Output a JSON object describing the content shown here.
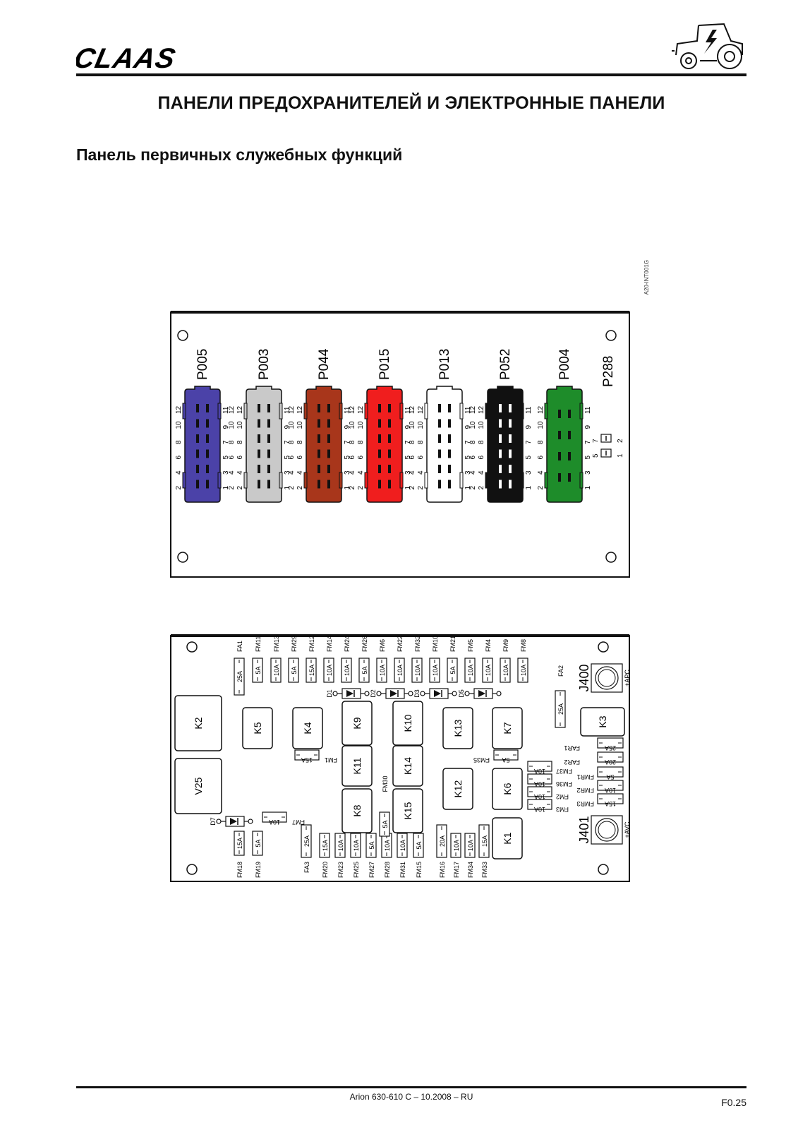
{
  "brand": "CLAAS",
  "title": "ПАНЕЛИ ПРЕДОХРАНИТЕЛЕЙ И ЭЛЕКТРОННЫЕ ПАНЕЛИ",
  "section_title": "Панель первичных служебных функций",
  "doc_code": "A20-INT001G",
  "connectors": [
    {
      "label": "P005",
      "color": "#4b42a8"
    },
    {
      "label": "P003",
      "color": "#c9c9c9"
    },
    {
      "label": "P044",
      "color": "#a8361b"
    },
    {
      "label": "P015",
      "color": "#f01e1e"
    },
    {
      "label": "P013",
      "color": "#ffffff"
    },
    {
      "label": "P052",
      "color": "#111111"
    },
    {
      "label": "P004",
      "color": "#1e8c2a"
    }
  ],
  "connector_extra": {
    "label": "P288",
    "pins": [
      "7",
      "5",
      "2",
      "1"
    ]
  },
  "pin_numbers": {
    "even": [
      "12",
      "10",
      "8",
      "6",
      "4",
      "2"
    ],
    "odd": [
      "11",
      "9",
      "7",
      "5",
      "3",
      "1"
    ],
    "even_pair": [
      "12",
      "10",
      "8",
      "6",
      "4",
      "2"
    ],
    "odd_pair": [
      "11",
      "9",
      "7",
      "5",
      "3",
      "1"
    ],
    "p004_odd": [
      "11",
      "9",
      "7",
      "5",
      "3",
      "1"
    ]
  },
  "relays": [
    {
      "label": "K2"
    },
    {
      "label": "V25"
    },
    {
      "label": "K5"
    },
    {
      "label": "K4"
    },
    {
      "label": "K9"
    },
    {
      "label": "K11"
    },
    {
      "label": "K8"
    },
    {
      "label": "K10"
    },
    {
      "label": "K14"
    },
    {
      "label": "K15"
    },
    {
      "label": "K13"
    },
    {
      "label": "K12"
    },
    {
      "label": "K7"
    },
    {
      "label": "K6"
    },
    {
      "label": "K1"
    },
    {
      "label": "K3"
    }
  ],
  "fuses_top": [
    {
      "name": "FA1",
      "rating": "25A"
    },
    {
      "name": "FM11",
      "rating": "5A"
    },
    {
      "name": "FM13",
      "rating": "10A"
    },
    {
      "name": "FM29",
      "rating": "5A"
    },
    {
      "name": "FM12",
      "rating": "15A"
    },
    {
      "name": "FM14",
      "rating": "10A"
    },
    {
      "name": "FM24",
      "rating": "10A"
    },
    {
      "name": "FM26",
      "rating": "5A"
    },
    {
      "name": "FM6",
      "rating": "10A"
    },
    {
      "name": "FM22",
      "rating": "10A"
    },
    {
      "name": "FM32",
      "rating": "10A"
    },
    {
      "name": "FM10",
      "rating": "10A"
    },
    {
      "name": "FM21",
      "rating": "5A"
    },
    {
      "name": "FM5",
      "rating": "10A"
    },
    {
      "name": "FM4",
      "rating": "10A"
    },
    {
      "name": "FM9",
      "rating": "10A"
    },
    {
      "name": "FM8",
      "rating": "10A"
    }
  ],
  "fuses_bottom": [
    {
      "name": "FM18",
      "rating": "15A"
    },
    {
      "name": "FM19",
      "rating": "5A"
    },
    {
      "name": "FA3",
      "rating": "25A"
    },
    {
      "name": "FM20",
      "rating": "15A"
    },
    {
      "name": "FM23",
      "rating": "10A"
    },
    {
      "name": "FM25",
      "rating": "10A"
    },
    {
      "name": "FM27",
      "rating": "5A"
    },
    {
      "name": "FM28",
      "rating": "10A"
    },
    {
      "name": "FM31",
      "rating": "10A"
    },
    {
      "name": "FM15",
      "rating": "5A"
    },
    {
      "name": "FM16",
      "rating": "20A"
    },
    {
      "name": "FM17",
      "rating": "10A"
    },
    {
      "name": "FM34",
      "rating": "10A"
    },
    {
      "name": "FM33",
      "rating": "15A"
    }
  ],
  "fuses_misc": [
    {
      "name": "FM1",
      "rating": "15A"
    },
    {
      "name": "FM7",
      "rating": "10A"
    },
    {
      "name": "FM30",
      "rating": "5A"
    },
    {
      "name": "FM35",
      "rating": "5A"
    },
    {
      "name": "FA2",
      "rating": "25A"
    },
    {
      "name": "FAR1",
      "rating": "25A"
    },
    {
      "name": "FAR2",
      "rating": "20A"
    },
    {
      "name": "FM37",
      "rating": "10A"
    },
    {
      "name": "FM36",
      "rating": "10A"
    },
    {
      "name": "FMR1",
      "rating": "5A"
    },
    {
      "name": "FMR2",
      "rating": "10A"
    },
    {
      "name": "FM2",
      "rating": "10A"
    },
    {
      "name": "FMR3",
      "rating": "15A"
    },
    {
      "name": "FM3",
      "rating": "10A"
    }
  ],
  "diodes": [
    "D1",
    "D2",
    "D3",
    "D5",
    "D7"
  ],
  "studs": [
    {
      "label": "J400",
      "sub": "+APC"
    },
    {
      "label": "J401",
      "sub": "+AVC"
    }
  ],
  "footer_doc": "Arion 630-610 C – 10.2008 – RU",
  "footer_page": "F0.25"
}
